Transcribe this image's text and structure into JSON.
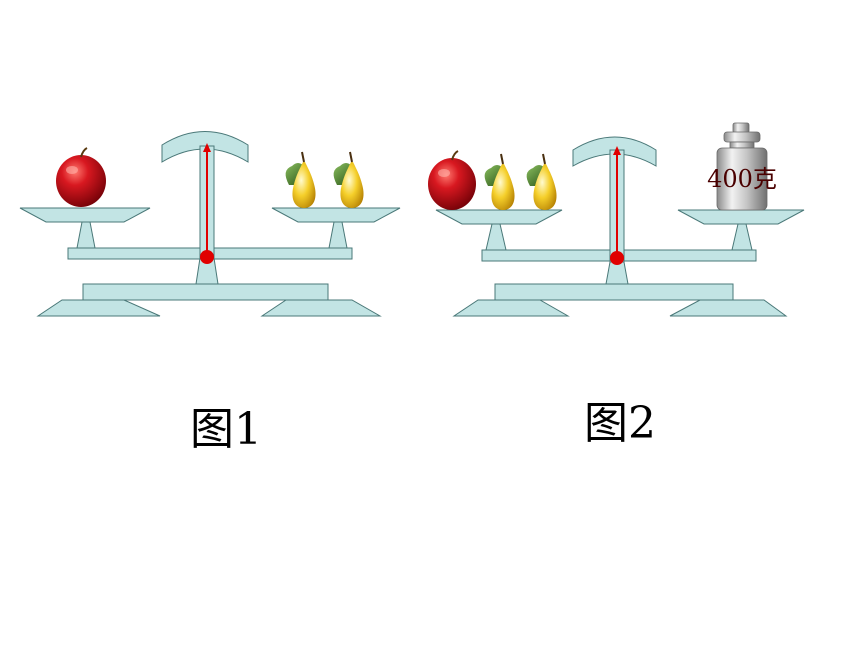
{
  "figures": [
    {
      "caption": "图1"
    },
    {
      "caption": "图2",
      "weight_label": "400克"
    }
  ],
  "colors": {
    "scale_fill": "#c2e4e4",
    "scale_stroke": "#4a7878",
    "needle": "#e00000",
    "apple": "#c8141c",
    "pear": "#f2c21c",
    "leaf": "#2f6b1a",
    "weight_metal": "#b8b8b8"
  },
  "items": {
    "figure1_left_pan": [
      "apple"
    ],
    "figure1_right_pan": [
      "pear",
      "pear"
    ],
    "figure2_left_pan": [
      "apple",
      "pear",
      "pear"
    ],
    "figure2_right_pan": [
      "weight"
    ]
  }
}
